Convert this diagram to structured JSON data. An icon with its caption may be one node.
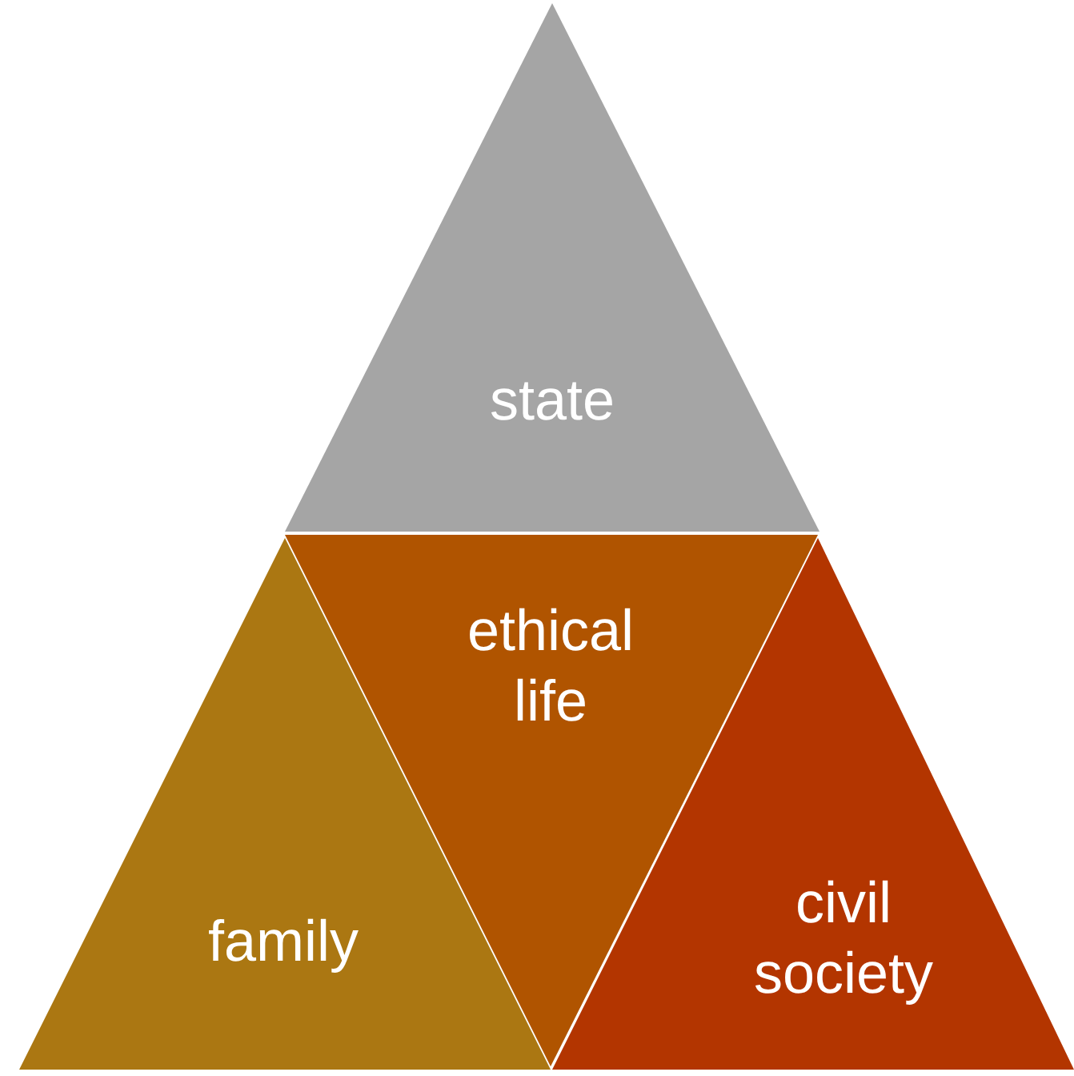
{
  "diagram": {
    "nodes": [
      {
        "text": [
          "state"
        ]
      },
      {
        "text": [
          "ethical life"
        ]
      },
      {
        "text": [
          "family"
        ]
      },
      {
        "text": [
          "civil society"
        ]
      }
    ]
  }
}
